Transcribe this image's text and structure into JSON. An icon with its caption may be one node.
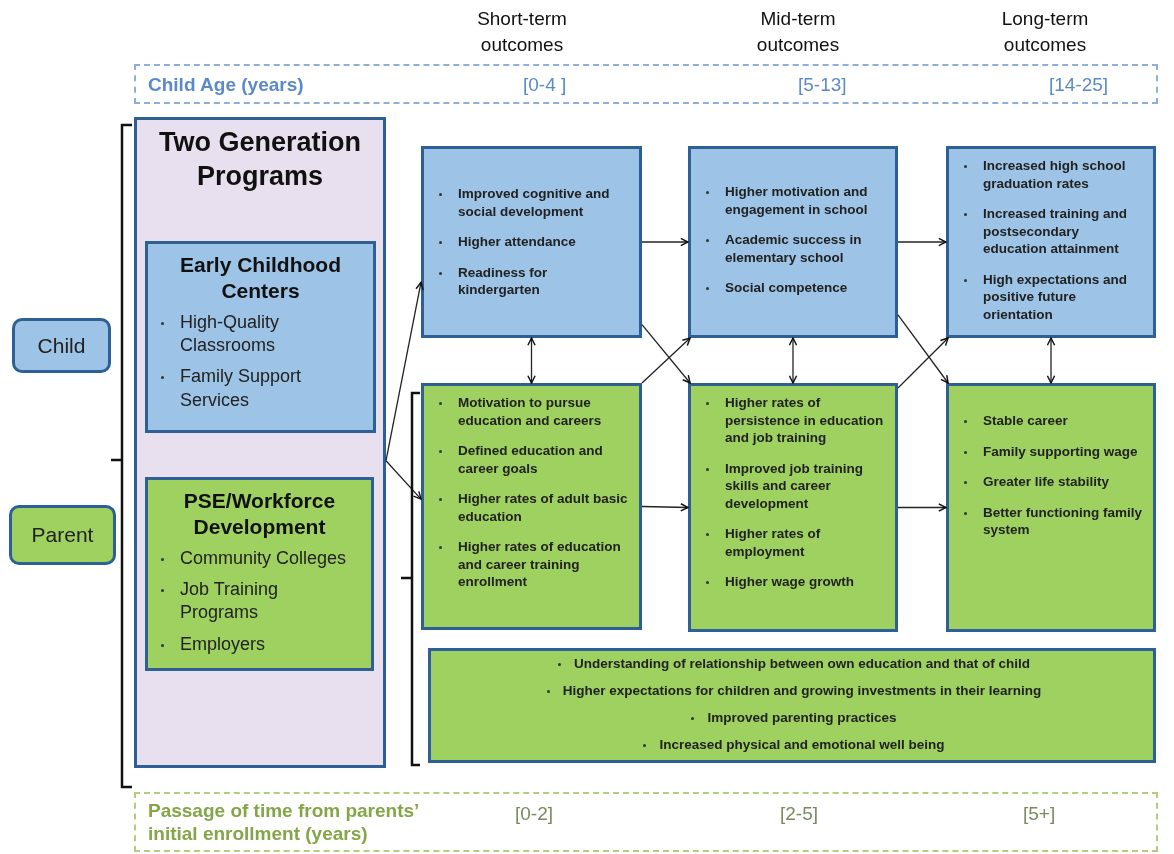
{
  "diagram": {
    "nodes": [
      {
        "text": [
          "Child Age (years)",
          "[0-4 ]",
          "[5-13]",
          "[14-25]"
        ]
      },
      {
        "text": [
          "Child"
        ]
      },
      {
        "text": [
          "Two Generation Programs"
        ]
      },
      {
        "text": [
          "Early Childhood Centers",
          "High-Quality Classrooms",
          "Family Support Services"
        ],
        "in": 2
      },
      {
        "text": [
          "PSE/Workforce Development",
          "Community Colleges",
          "Job Training Programs",
          "Employers"
        ],
        "in": 2
      },
      {
        "text": [
          "Improved cognitive and social development",
          "Higher attendance",
          "Readiness for kindergarten"
        ]
      },
      {
        "text": [
          "Higher motivation and engagement in school",
          "Academic success in elementary school",
          "Social competence"
        ]
      },
      {
        "text": [
          "Increased high school graduation rates",
          "Increased training and postsecondary education attainment",
          "High expectations and positive future orientation"
        ]
      },
      {
        "text": [
          "Parent"
        ]
      },
      {
        "text": [
          "Motivation to pursue education and careers",
          "Defined education and career goals",
          "Higher rates of adult basic education",
          "Higher rates of education and career training enrollment"
        ]
      },
      {
        "text": [
          "Higher rates of persistence in education and job training",
          "Improved job training skills and career development",
          "Higher rates of employment",
          "Higher wage growth"
        ]
      },
      {
        "text": [
          "Stable career",
          "Family supporting wage",
          "Greater life stability",
          "Better functioning family system"
        ]
      },
      {
        "text": [
          "Understanding of relationship between own education and that of child",
          "Higher expectations for children and growing investments in their learning",
          "Improved parenting practices",
          "Increased physical and emotional well being"
        ]
      },
      {
        "text": [
          "Passage of time from parents’ initial enrollment (years)",
          "[0-2]",
          "[2-5]",
          "[5+]"
        ]
      }
    ],
    "edges": [
      {
        "from": 2,
        "to": 5,
        "arrow": "to"
      },
      {
        "from": 2,
        "to": 9,
        "arrow": "to"
      },
      {
        "from": 5,
        "to": 6,
        "arrow": "to"
      },
      {
        "from": 6,
        "to": 7,
        "arrow": "to"
      },
      {
        "from": 5,
        "to": 9,
        "arrow": "both"
      },
      {
        "from": 6,
        "to": 10,
        "arrow": "both"
      },
      {
        "from": 7,
        "to": 11,
        "arrow": "both"
      },
      {
        "from": 5,
        "to": 10,
        "arrow": "to"
      },
      {
        "from": 9,
        "to": 6,
        "arrow": "to"
      },
      {
        "from": 6,
        "to": 11,
        "arrow": "to"
      },
      {
        "from": 10,
        "to": 7,
        "arrow": "to"
      },
      {
        "from": 9,
        "to": 10,
        "arrow": "to"
      },
      {
        "from": 10,
        "to": 11,
        "arrow": "to"
      }
    ],
    "labels": [
      "Short-term outcomes",
      "Mid-term outcomes",
      "Long-term outcomes"
    ]
  }
}
